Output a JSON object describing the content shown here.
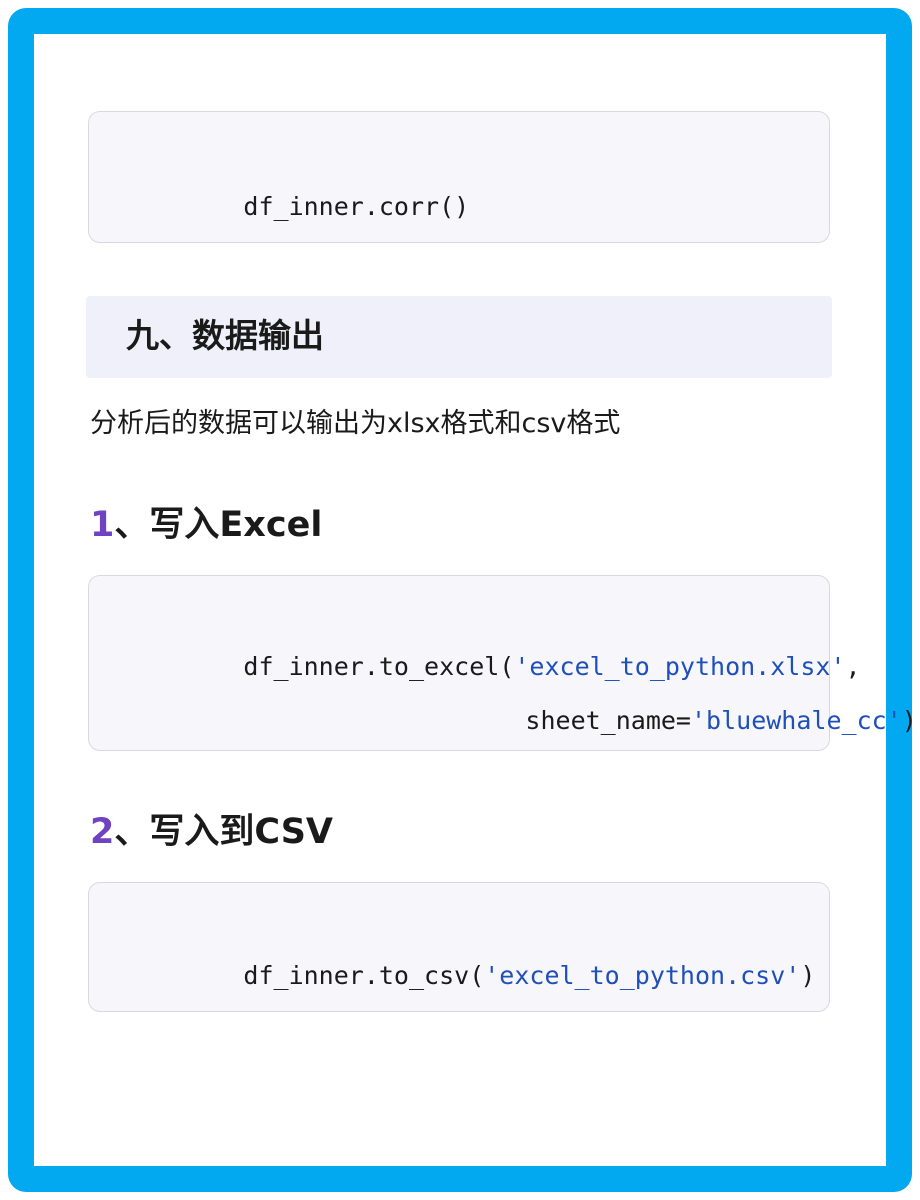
{
  "blocks": {
    "corr": {
      "code": "df_inner.corr()"
    },
    "section": {
      "title": "九、数据输出"
    },
    "intro": "分析后的数据可以输出为xlsx格式和csv格式",
    "excel": {
      "number": "1",
      "heading": "、写入Excel",
      "line1_prefix": "df_inner.to_excel(",
      "line1_str": "'excel_to_python.xlsx'",
      "line1_suffix": ",",
      "line2_prefix": "sheet_name=",
      "line2_str": "'bluewhale_cc'",
      "line2_suffix": ")"
    },
    "csv": {
      "number": "2",
      "heading": "、写入到CSV",
      "line_prefix": "df_inner.to_csv(",
      "line_str": "'excel_to_python.csv'",
      "line_suffix": ")"
    }
  },
  "colors": {
    "frame": "#03a9f0",
    "code_background": "#f6f6fb",
    "string_literal": "#1f4fb8",
    "heading_number": "#6f42c1",
    "section_band": "#f0f0fa"
  }
}
